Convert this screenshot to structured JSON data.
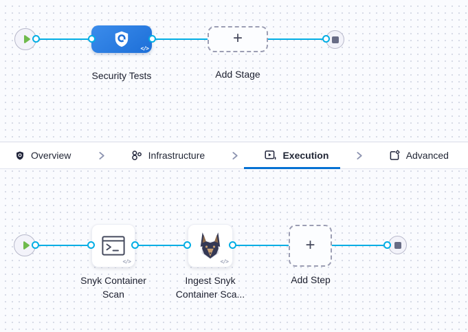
{
  "stage_pipeline": {
    "stage": {
      "label": "Security Tests",
      "code_badge": "</>"
    },
    "add_stage": {
      "label": "Add Stage",
      "plus": "+"
    }
  },
  "tab_bar": {
    "tabs": [
      {
        "label": "Overview",
        "active": false
      },
      {
        "label": "Infrastructure",
        "active": false
      },
      {
        "label": "Execution",
        "active": true
      },
      {
        "label": "Advanced",
        "active": false
      }
    ]
  },
  "step_pipeline": {
    "steps": [
      {
        "label": "Snyk Container Scan",
        "code_badge": "</>"
      },
      {
        "label": "Ingest Snyk Container Sca...",
        "code_badge": "</>"
      }
    ],
    "add_step": {
      "label": "Add Step",
      "plus": "+"
    }
  },
  "icons": {
    "start_node": "play-icon",
    "end_node": "stop-icon",
    "stage_security": "shield-scan-icon",
    "step_snyk_scan": "terminal-icon",
    "step_ingest": "snyk-dog-icon",
    "code_badge": "code-icon",
    "tab_overview": "shield-icon",
    "tab_infrastructure": "nodes-icon",
    "tab_execution": "play-square-icon",
    "tab_advanced": "gear-document-icon",
    "tab_separator": "chevron-right-icon"
  },
  "colors": {
    "connector_blue": "#00ade4",
    "stage_blue": "#2478df",
    "tab_underline_blue": "#0571d3",
    "play_green": "#6fba4c",
    "node_gray": "#686c85",
    "canvas_bg": "#fafbfe",
    "canvas_dot": "#d5d9e5"
  }
}
